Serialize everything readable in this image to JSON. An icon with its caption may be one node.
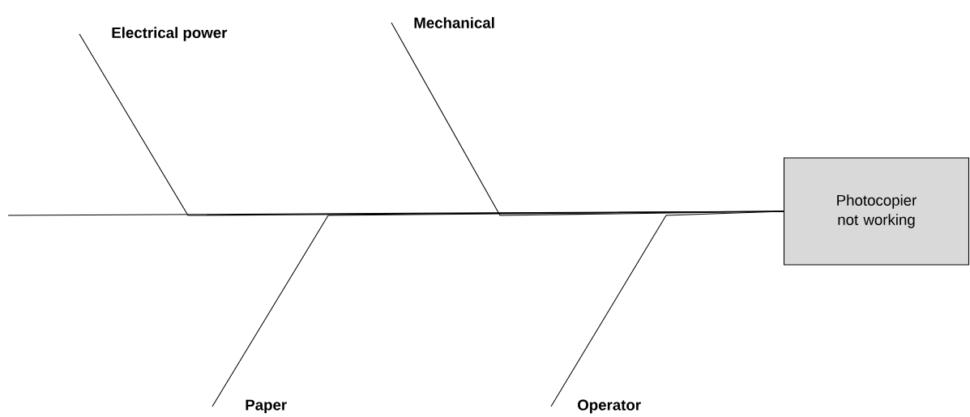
{
  "diagram": {
    "nodes": [
      {
        "text": [
          "Electrical power"
        ]
      },
      {
        "text": [
          "Mechanical"
        ]
      },
      {
        "text": [
          "Photocopier not working"
        ]
      },
      {
        "text": [
          "Paper"
        ]
      },
      {
        "text": [
          "Operator"
        ]
      }
    ],
    "edges": [
      {
        "from": null,
        "to": 2,
        "arrow": "none"
      },
      {
        "from": 0,
        "to": 2,
        "arrow": "none"
      },
      {
        "from": 1,
        "to": 2,
        "arrow": "none"
      },
      {
        "from": 3,
        "to": 2,
        "arrow": "none"
      },
      {
        "from": 4,
        "to": 2,
        "arrow": "none"
      }
    ]
  }
}
